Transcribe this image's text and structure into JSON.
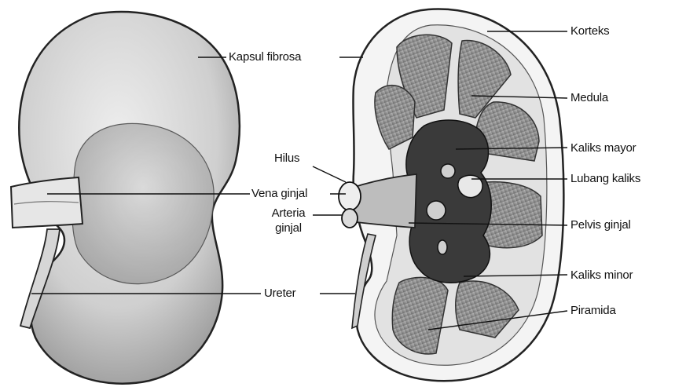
{
  "labels": {
    "kapsul_fibrosa": "Kapsul fibrosa",
    "korteks": "Korteks",
    "medula": "Medula",
    "hilus": "Hilus",
    "kaliks_mayor": "Kaliks mayor",
    "lubang_kaliks": "Lubang kaliks",
    "vena_ginjal": "Vena ginjal",
    "arteria_ginjal_line1": "Arteria",
    "arteria_ginjal_line2": "ginjal",
    "pelvis_ginjal": "Pelvis ginjal",
    "kaliks_minor": "Kaliks minor",
    "ureter": "Ureter",
    "piramida": "Piramida"
  }
}
